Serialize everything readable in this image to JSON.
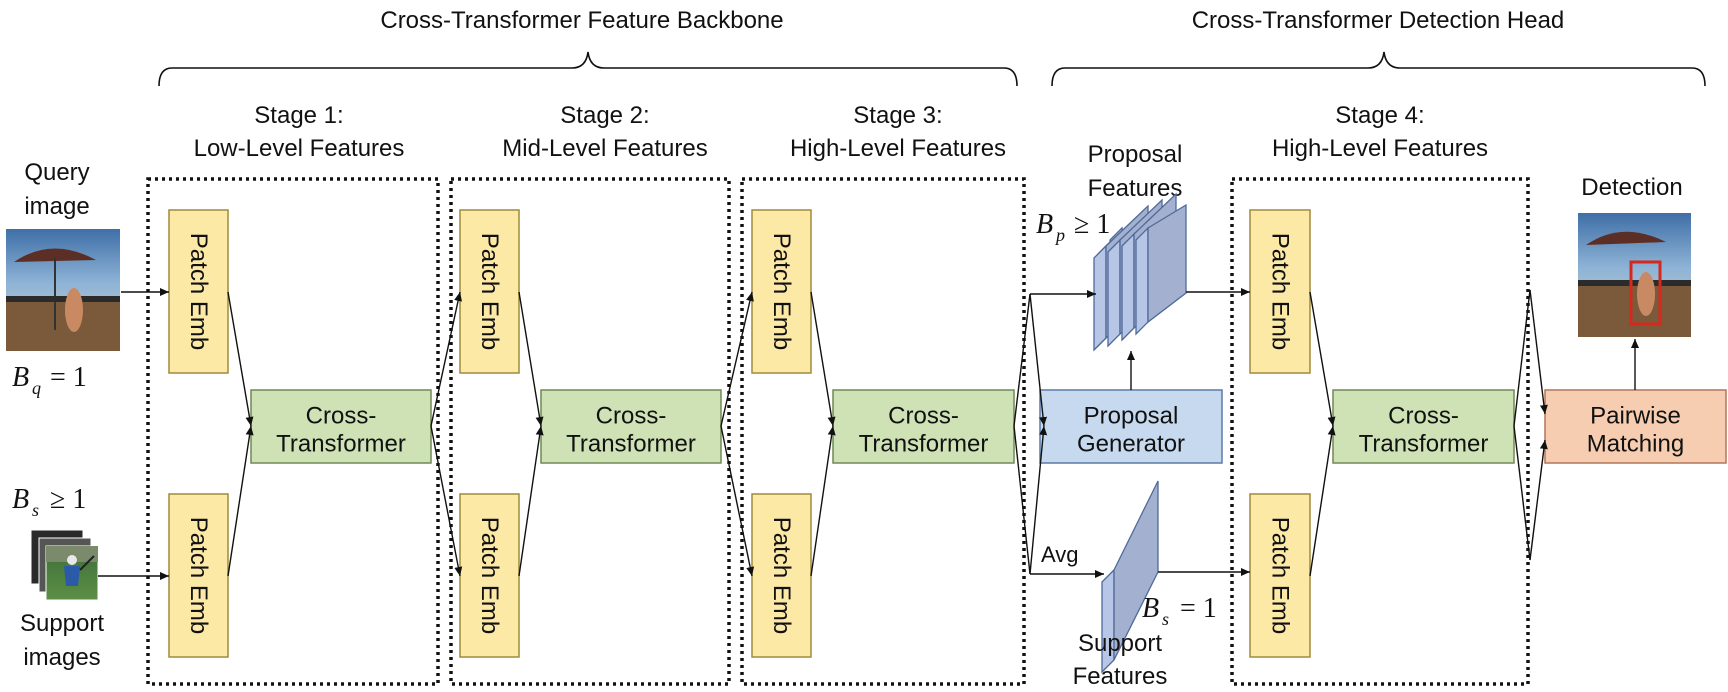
{
  "headers": {
    "backbone": "Cross-Transformer Feature Backbone",
    "head": "Cross-Transformer Detection Head"
  },
  "stages": [
    {
      "title": "Stage 1:",
      "subtitle": "Low-Level Features"
    },
    {
      "title": "Stage 2:",
      "subtitle": "Mid-Level Features"
    },
    {
      "title": "Stage 3:",
      "subtitle": "High-Level Features"
    },
    {
      "title": "Stage 4:",
      "subtitle": "High-Level Features"
    }
  ],
  "labels": {
    "patch_emb": "Patch Emb",
    "cross_line1": "Cross-",
    "cross_line2": "Transformer",
    "proposal_line1": "Proposal",
    "proposal_line2": "Generator",
    "pairwise_line1": "Pairwise",
    "pairwise_line2": "Matching",
    "query_line1": "Query",
    "query_line2": "image",
    "support_line1": "Support",
    "support_line2": "images",
    "proposal_features_line1": "Proposal",
    "proposal_features_line2": "Features",
    "support_features_line1": "Support",
    "support_features_line2": "Features",
    "detection": "Detection",
    "avg": "Avg"
  },
  "math": {
    "bq_sub": "q",
    "bq_rest": "= 1",
    "bs_sub": "s",
    "bs_rest": "≥ 1",
    "bp_sub": "p",
    "bp_rest": "≥ 1",
    "bs2_sub": "s",
    "bs2_rest": "= 1",
    "symbol": "B"
  },
  "colors": {
    "patch_fill": "#fde9a6",
    "patch_stroke": "#a08a3a",
    "cross_fill": "#cfe2b6",
    "cross_stroke": "#6f8a55",
    "proposal_fill": "#c7d9ee",
    "proposal_stroke": "#5a7aa5",
    "pairwise_fill": "#f6cdb0",
    "pairwise_stroke": "#b0775a",
    "feature_fill": "#a3b0cf",
    "feature_front": "#b7c6e6",
    "detection_box": "#d6281c"
  }
}
